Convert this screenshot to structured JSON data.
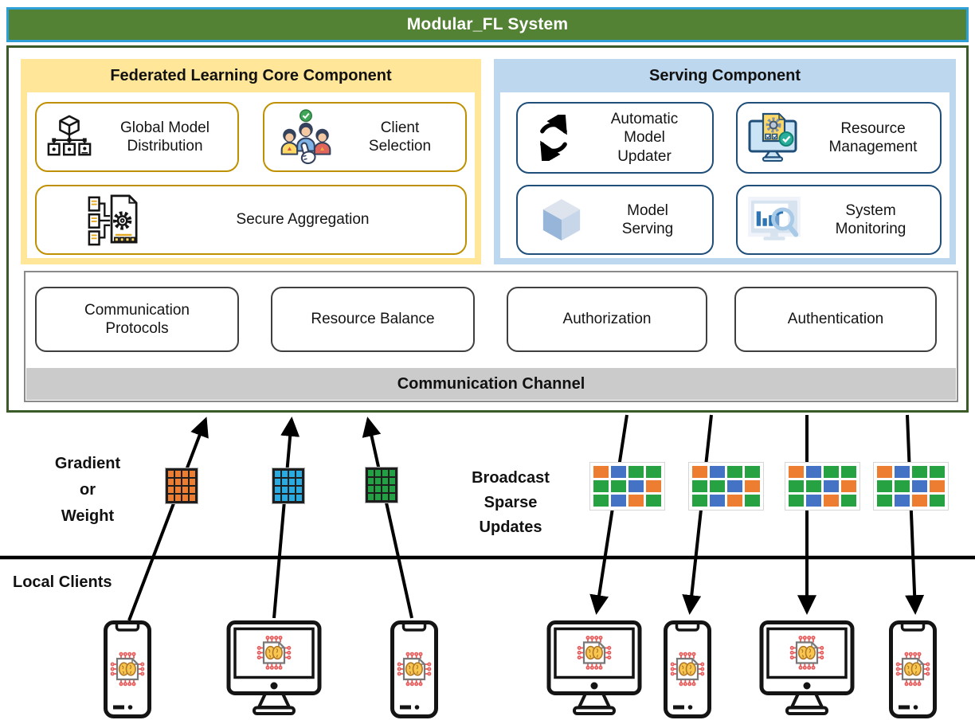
{
  "header": {
    "title": "Modular_FL System"
  },
  "fl_core": {
    "title": "Federated Learning Core Component",
    "modules": [
      {
        "label": "Global Model Distribution",
        "icon": "cube-tree-icon"
      },
      {
        "label": "Client Selection",
        "icon": "people-check-icon"
      },
      {
        "label": "Secure Aggregation",
        "icon": "document-gear-icon"
      }
    ]
  },
  "serving": {
    "title": "Serving Component",
    "modules": [
      {
        "label": "Automatic Model Updater",
        "icon": "sync-arrows-icon"
      },
      {
        "label": "Resource Management",
        "icon": "monitor-gear-check-icon"
      },
      {
        "label": "Model Serving",
        "icon": "cube-3d-icon"
      },
      {
        "label": "System Monitoring",
        "icon": "chart-magnifier-icon"
      }
    ]
  },
  "communication": {
    "modules": [
      {
        "label": "Communication Protocols"
      },
      {
        "label": "Resource Balance"
      },
      {
        "label": "Authorization"
      },
      {
        "label": "Authentication"
      }
    ],
    "channel_label": "Communication Channel"
  },
  "annotations": {
    "gradient": [
      "Gradient",
      "or",
      "Weight"
    ],
    "broadcast": [
      "Broadcast",
      "Sparse Updates"
    ],
    "local_clients": "Local Clients"
  },
  "dense_grids": {
    "rows": 4,
    "cols": 4,
    "colors": [
      "#ED7D31",
      "#29ABE2",
      "#21A044"
    ],
    "names": [
      "orange-weight-grid",
      "blue-weight-grid",
      "green-weight-grid"
    ]
  },
  "sparse_grids": {
    "count": 4,
    "rows": 3,
    "cols": 4,
    "palette": {
      "O": "#ED7D31",
      "B": "#4472C4",
      "G": "#27A243"
    },
    "pattern": [
      [
        "O",
        "B",
        "G",
        "G"
      ],
      [
        "G",
        "G",
        "B",
        "O"
      ],
      [
        "G",
        "B",
        "O",
        "G"
      ]
    ]
  },
  "clients": {
    "left": [
      "phone",
      "monitor",
      "phone"
    ],
    "right": [
      "monitor",
      "phone",
      "monitor",
      "phone"
    ]
  },
  "icons": {
    "device_chip": "brain-chip-icon",
    "devices": [
      "smartphone-icon",
      "desktop-monitor-icon"
    ]
  },
  "theme": {
    "header_bg": "#548235",
    "header_border": "#2F9FD8",
    "outer_border": "#3A5A28",
    "core_bg": "#FFE699",
    "core_box_border": "#BF9000",
    "serving_bg": "#BDD7EE",
    "serving_box_border": "#1F4E79",
    "comm_border": "#8A8A8A",
    "comm_box_border": "#3F3F3F",
    "channel_bg": "#CBCBCB",
    "arrow_color": "#000000"
  }
}
